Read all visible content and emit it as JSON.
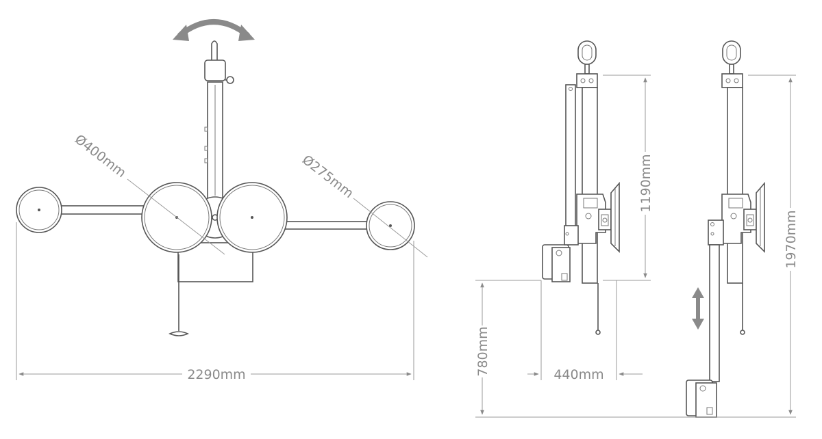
{
  "dimensions": {
    "width_total": "2290mm",
    "diameter_large": "Ø400mm",
    "diameter_small": "Ø275mm",
    "height_upper": "1190mm",
    "height_total": "1970mm",
    "height_lower": "780mm",
    "depth": "440mm"
  },
  "colors": {
    "line": "#555555",
    "dimension": "#9a9a9a",
    "arrow": "#8a8a8a",
    "background": "#ffffff"
  },
  "icons": {
    "rotation": "curved-double-arrow-icon",
    "vertical": "vertical-double-arrow-icon"
  }
}
